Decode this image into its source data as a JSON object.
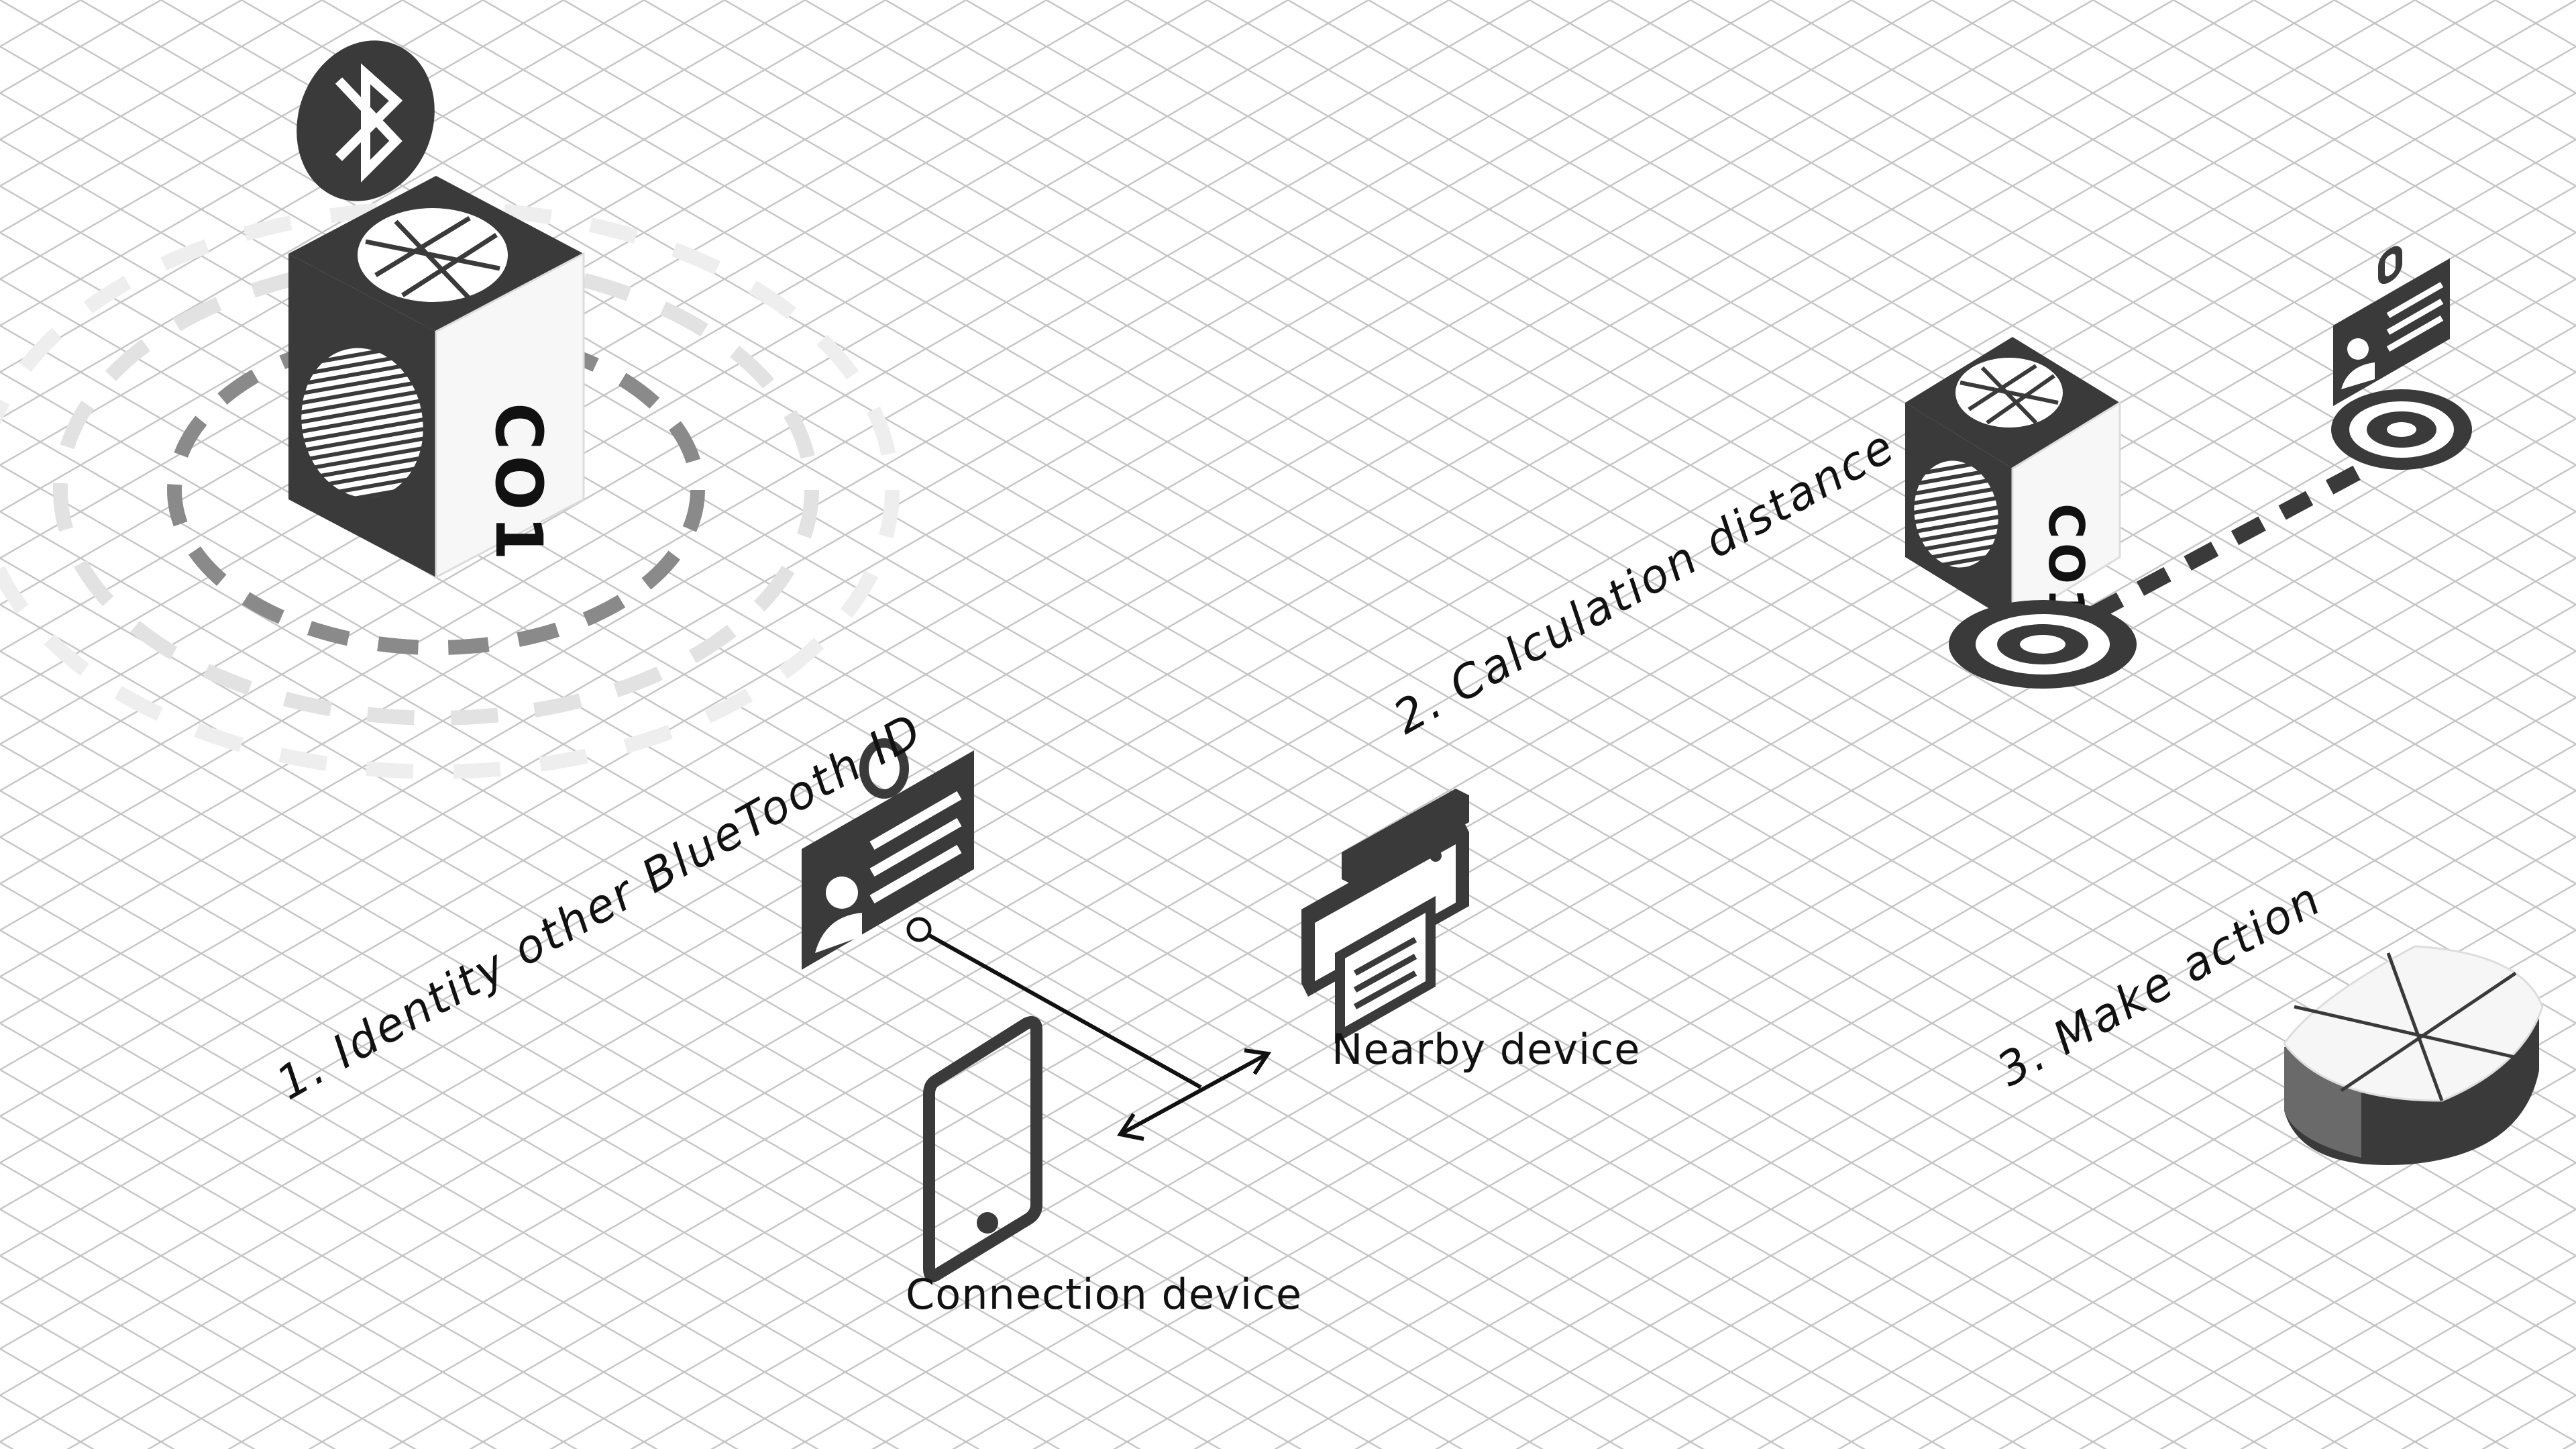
{
  "steps": {
    "identify": "1. Identity other BlueTooth ID",
    "distance": "2. Calculation distance",
    "action": "3. Make action"
  },
  "devices": {
    "nearby": "Nearby device",
    "connection": "Connection device"
  },
  "beacons": {
    "main_label": "CO1",
    "remote_label": "CO1"
  },
  "icons": [
    "bluetooth-icon",
    "beacon-cube-icon",
    "id-badge-icon",
    "printer-icon",
    "smartphone-icon",
    "target-icon",
    "action-disc-icon",
    "double-arrow-icon"
  ],
  "colors": {
    "ink": "#3a3a3a",
    "grid": "#bdbdbd",
    "background": "#ffffff"
  }
}
